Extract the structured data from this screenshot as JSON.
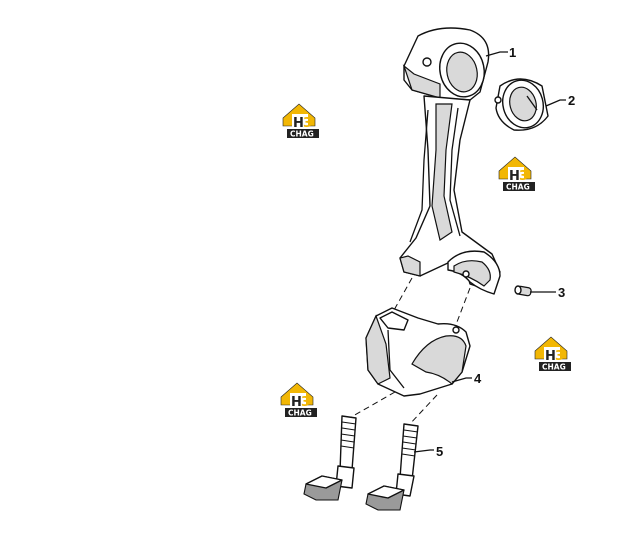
{
  "diagram": {
    "callouts": [
      {
        "id": "1",
        "label": "1"
      },
      {
        "id": "2",
        "label": "2"
      },
      {
        "id": "3",
        "label": "3"
      },
      {
        "id": "4",
        "label": "4"
      },
      {
        "id": "5",
        "label": "5"
      }
    ],
    "watermark": {
      "brand_top": "H3",
      "brand_bottom": "CHAG",
      "color": "#f2b705"
    }
  }
}
